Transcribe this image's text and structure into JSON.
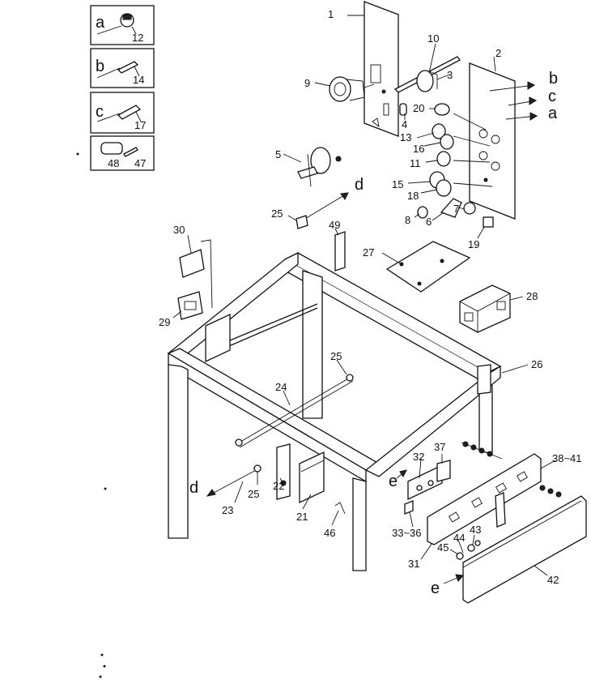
{
  "inset_boxes": [
    {
      "letter": "a",
      "number": "12"
    },
    {
      "letter": "b",
      "number": "14"
    },
    {
      "letter": "c",
      "number": "17"
    },
    {
      "letter": "",
      "number": "48",
      "number2": "47"
    }
  ],
  "connectors": {
    "a": "a",
    "b": "b",
    "c": "c",
    "d": "d",
    "e": "e"
  },
  "callouts": {
    "n1": "1",
    "n2": "2",
    "n3": "3",
    "n4": "4",
    "n5": "5",
    "n6": "6",
    "n7": "7",
    "n8": "8",
    "n9": "9",
    "n10": "10",
    "n11": "11",
    "n13": "13",
    "n15": "15",
    "n16": "16",
    "n18": "18",
    "n19": "19",
    "n20": "20",
    "n21": "21",
    "n22": "22",
    "n23": "23",
    "n24": "24",
    "n25a": "25",
    "n25b": "25",
    "n25c": "25",
    "n26": "26",
    "n27": "27",
    "n28": "28",
    "n29": "29",
    "n30": "30",
    "n31": "31",
    "n32": "32",
    "n33": "33~36",
    "n37": "37",
    "n38": "38~41",
    "n42": "42",
    "n43": "43",
    "n44": "44",
    "n45": "45",
    "n46": "46",
    "n49": "49"
  }
}
